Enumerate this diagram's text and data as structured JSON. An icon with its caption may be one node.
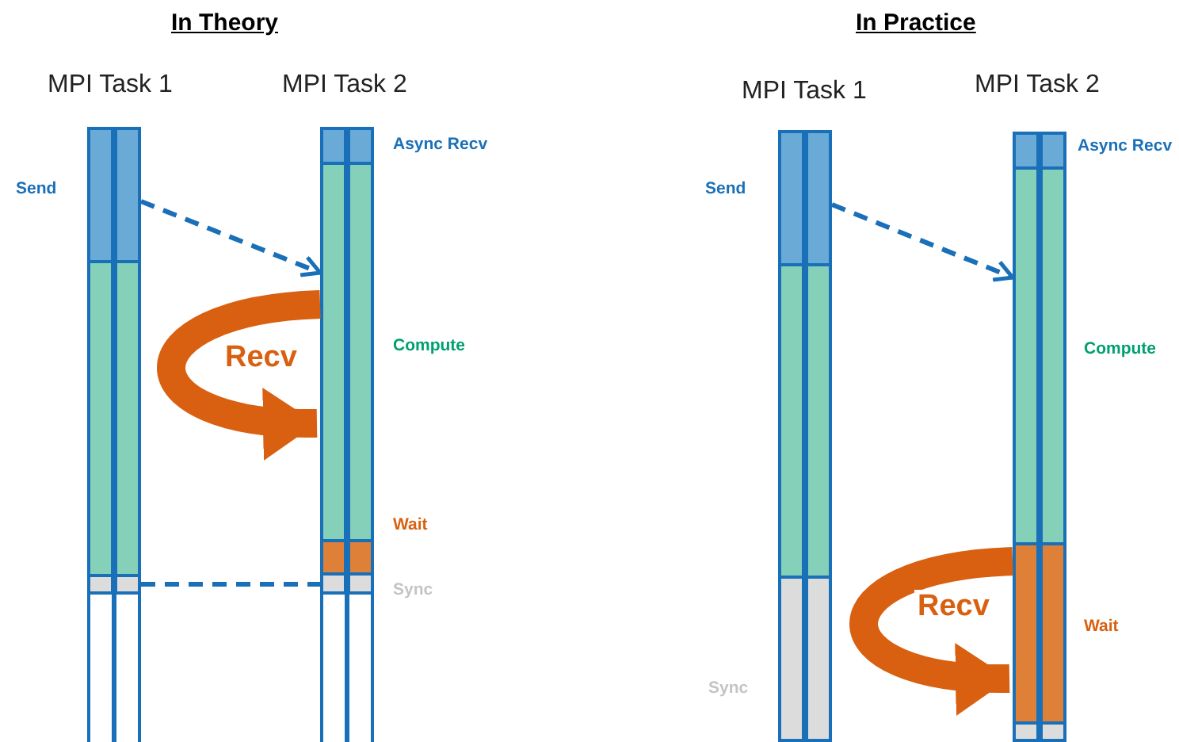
{
  "diagram": {
    "nodes": [
      {
        "text": [],
        "shape": "bar",
        "beside": [
          "Send"
        ]
      },
      {
        "text": [],
        "shape": "bar"
      },
      {
        "text": [],
        "shape": "bar"
      },
      {
        "text": [],
        "shape": "bar",
        "beside": [
          "Async Recv"
        ]
      },
      {
        "text": [],
        "shape": "bar",
        "beside": [
          "Compute"
        ]
      },
      {
        "text": [],
        "shape": "bar",
        "beside": [
          "Wait"
        ]
      },
      {
        "text": [],
        "shape": "bar",
        "beside": [
          "Sync"
        ]
      },
      {
        "text": [],
        "shape": "bar",
        "beside": [
          "Send"
        ]
      },
      {
        "text": [],
        "shape": "bar"
      },
      {
        "text": [],
        "shape": "bar",
        "beside": [
          "Sync"
        ]
      },
      {
        "text": [],
        "shape": "bar",
        "beside": [
          "Async Recv"
        ]
      },
      {
        "text": [],
        "shape": "bar",
        "beside": [
          "Compute"
        ]
      },
      {
        "text": [],
        "shape": "bar",
        "beside": [
          "Wait"
        ]
      },
      {
        "text": [],
        "shape": "bar"
      }
    ],
    "edges": [
      {
        "from": 0,
        "to": 4,
        "arrow": "to",
        "style": "dashed"
      },
      {
        "from": 4,
        "to": 4,
        "arrow": "to",
        "label": "Recv",
        "style": "thick",
        "color": "#d86010"
      },
      {
        "from": 2,
        "to": 6,
        "arrow": "none",
        "style": "dashed"
      },
      {
        "from": 7,
        "to": 11,
        "arrow": "to",
        "style": "dashed"
      },
      {
        "from": 12,
        "to": 12,
        "arrow": "to",
        "label": "Recv",
        "style": "thick",
        "color": "#d86010"
      }
    ],
    "labels": [
      "In Theory",
      "In Practice",
      "MPI Task 1",
      "MPI Task 2",
      "MPI Task 1",
      "MPI Task 2"
    ]
  }
}
